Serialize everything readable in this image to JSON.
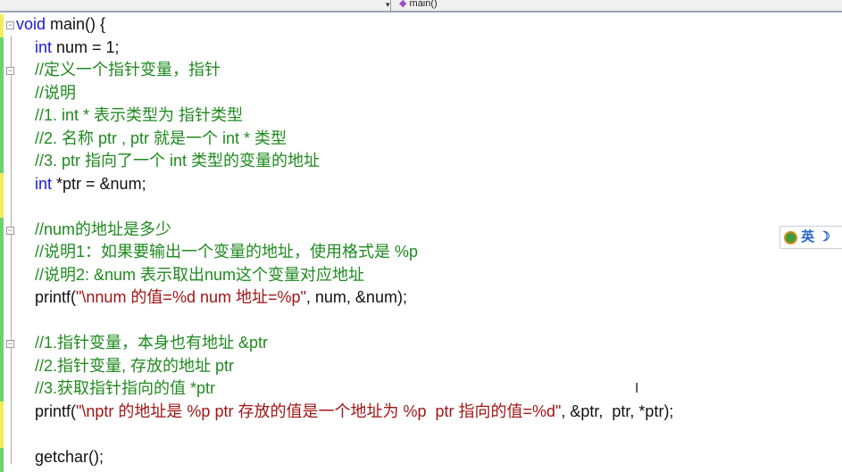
{
  "toolbar": {
    "function_dropdown": "main()"
  },
  "ime": {
    "label": "英"
  },
  "lines": [
    {
      "indent": "",
      "tokens": [
        {
          "t": "void",
          "c": "kw"
        },
        {
          "t": " main() {",
          "c": ""
        }
      ]
    },
    {
      "indent": "    ",
      "tokens": [
        {
          "t": "int",
          "c": "kw"
        },
        {
          "t": " num = 1;",
          "c": ""
        }
      ]
    },
    {
      "indent": "    ",
      "tokens": [
        {
          "t": "//定义一个指针变量，指针",
          "c": "cm"
        }
      ]
    },
    {
      "indent": "    ",
      "tokens": [
        {
          "t": "//说明",
          "c": "cm"
        }
      ]
    },
    {
      "indent": "    ",
      "tokens": [
        {
          "t": "//1. int * 表示类型为 指针类型",
          "c": "cm"
        }
      ]
    },
    {
      "indent": "    ",
      "tokens": [
        {
          "t": "//2. 名称 ptr , ptr 就是一个 int * 类型",
          "c": "cm"
        }
      ]
    },
    {
      "indent": "    ",
      "tokens": [
        {
          "t": "//3. ptr 指向了一个 int 类型的变量的地址",
          "c": "cm"
        }
      ]
    },
    {
      "indent": "    ",
      "tokens": [
        {
          "t": "int",
          "c": "kw"
        },
        {
          "t": " *ptr = &num;",
          "c": ""
        }
      ]
    },
    {
      "indent": "",
      "tokens": []
    },
    {
      "indent": "    ",
      "tokens": [
        {
          "t": "//num的地址是多少",
          "c": "cm"
        }
      ]
    },
    {
      "indent": "    ",
      "tokens": [
        {
          "t": "//说明1：如果要输出一个变量的地址，使用格式是 %p",
          "c": "cm"
        }
      ]
    },
    {
      "indent": "    ",
      "tokens": [
        {
          "t": "//说明2: &num 表示取出num这个变量对应地址",
          "c": "cm"
        }
      ]
    },
    {
      "indent": "    ",
      "tokens": [
        {
          "t": "printf(",
          "c": ""
        },
        {
          "t": "\"\\nnum 的值=%d num 地址=%p\"",
          "c": "st"
        },
        {
          "t": ", num, &num);",
          "c": ""
        }
      ]
    },
    {
      "indent": "",
      "tokens": []
    },
    {
      "indent": "    ",
      "tokens": [
        {
          "t": "//1.指针变量，本身也有地址 &ptr",
          "c": "cm"
        }
      ]
    },
    {
      "indent": "    ",
      "tokens": [
        {
          "t": "//2.指针变量, 存放的地址 ptr",
          "c": "cm"
        }
      ]
    },
    {
      "indent": "    ",
      "tokens": [
        {
          "t": "//3.获取指针指向的值 *ptr",
          "c": "cm"
        }
      ]
    },
    {
      "indent": "    ",
      "tokens": [
        {
          "t": "printf(",
          "c": ""
        },
        {
          "t": "\"\\nptr 的地址是 %p ptr 存放的值是一个地址为 %p  ptr 指向的值=%d\"",
          "c": "st"
        },
        {
          "t": ", &ptr,  ptr, *ptr);",
          "c": ""
        }
      ]
    },
    {
      "indent": "",
      "tokens": []
    },
    {
      "indent": "    ",
      "tokens": [
        {
          "t": "getchar();",
          "c": ""
        }
      ]
    }
  ]
}
